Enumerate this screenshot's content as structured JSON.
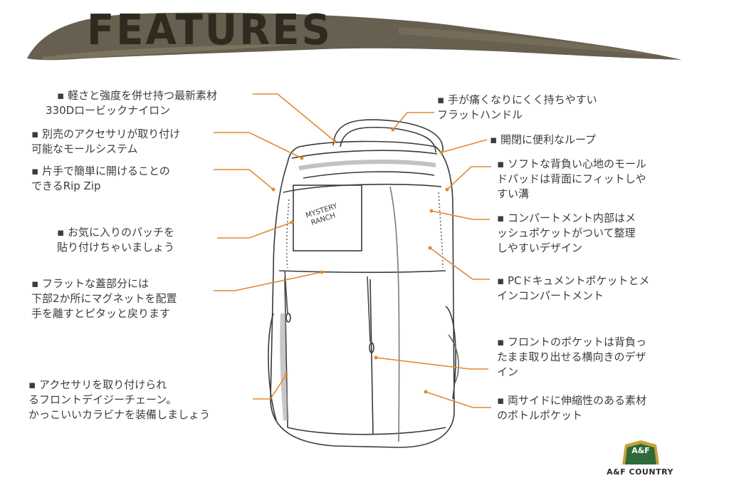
{
  "title": "FEATURES",
  "patch_logo": "MYSTERY RANCH",
  "colors": {
    "leader": "#e08a2e",
    "brush": "#5a5140",
    "title": "#2e2a1f",
    "logo_green": "#2f6b3a",
    "logo_gold": "#c8a23a"
  },
  "callouts_left": [
    {
      "lines": [
        "軽さと強度を併せ持つ最新素材",
        "330Dロービックナイロン"
      ]
    },
    {
      "lines": [
        "別売のアクセサリが取り付け",
        "可能なモールシステム"
      ]
    },
    {
      "lines": [
        "片手で簡単に開けることの",
        "できるRip Zip"
      ]
    },
    {
      "lines": [
        "お気に入りのパッチを",
        "貼り付けちゃいましょう"
      ]
    },
    {
      "lines": [
        "フラットな蓋部分には",
        "下部2か所にマグネットを配置",
        "手を離すとピタッと戻ります"
      ]
    },
    {
      "lines": [
        "アクセサリを取り付けられ",
        "るフロントデイジーチェーン。",
        "かっこいいカラビナを装備しましょう"
      ]
    }
  ],
  "callouts_right": [
    {
      "lines": [
        "手が痛くなりにくく持ちやすい",
        "フラットハンドル"
      ]
    },
    {
      "lines": [
        "開閉に便利なループ"
      ]
    },
    {
      "lines": [
        "ソフトな背負い心地のモール",
        "ドパッドは背面にフィットしや",
        "すい溝"
      ]
    },
    {
      "lines": [
        "コンパートメント内部はメ",
        "ッシュポケットがついて整理",
        "しやすいデザイン"
      ]
    },
    {
      "lines": [
        "PCドキュメントポケットとメ",
        "インコンパートメント"
      ]
    },
    {
      "lines": [
        "フロントのポケットは背負っ",
        "たまま取り出せる横向きのデザ",
        "イン"
      ]
    },
    {
      "lines": [
        "両サイドに伸縮性のある素材",
        "のボトルポケット"
      ]
    }
  ],
  "logo": {
    "badge": "A&F",
    "name": "A&F COUNTRY"
  }
}
